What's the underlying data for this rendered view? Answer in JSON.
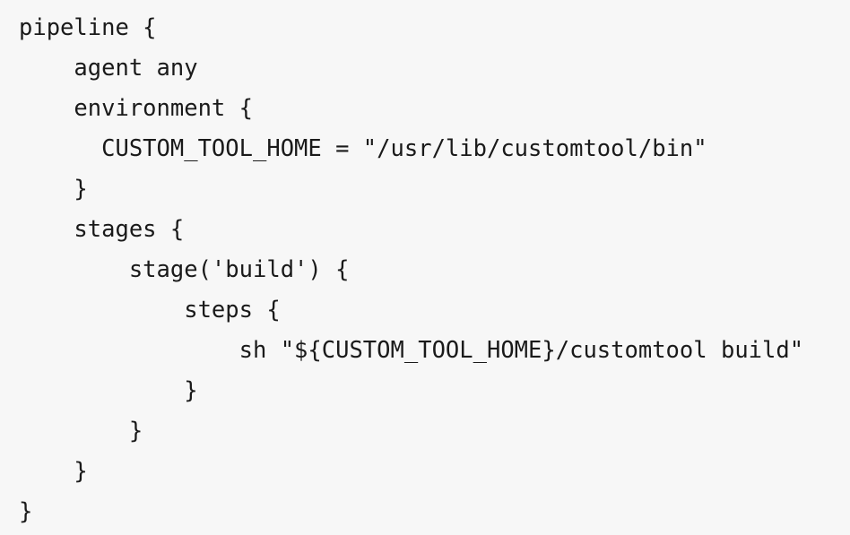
{
  "code": {
    "lines": [
      "pipeline {",
      "    agent any",
      "    environment {",
      "      CUSTOM_TOOL_HOME = \"/usr/lib/customtool/bin\"",
      "    }",
      "    stages {",
      "        stage('build') {",
      "            steps {",
      "                sh \"${CUSTOM_TOOL_HOME}/customtool build\"",
      "            }",
      "        }",
      "    }",
      "}"
    ]
  }
}
